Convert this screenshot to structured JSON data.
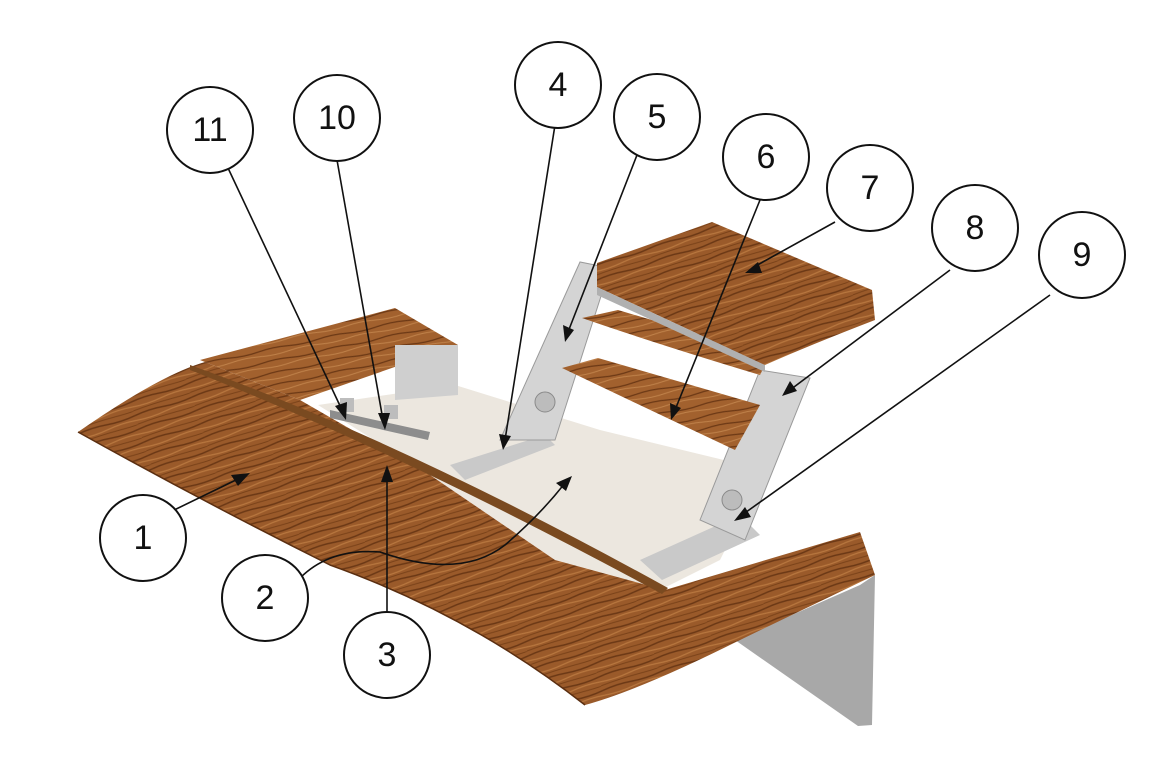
{
  "diagram": {
    "type": "exploded-assembly-balloon-callouts",
    "colors": {
      "wood": "#9a5a2a",
      "wood_dark": "#6b3815",
      "wood_light": "#b8773f",
      "metal": "#d4d4d4",
      "metal_dark": "#9a9a9a",
      "floor": "#ece7df",
      "hull_side": "#a8a8a8",
      "outline": "#111111"
    },
    "balloons": [
      {
        "id": "1",
        "label": "1"
      },
      {
        "id": "2",
        "label": "2"
      },
      {
        "id": "3",
        "label": "3"
      },
      {
        "id": "4",
        "label": "4"
      },
      {
        "id": "5",
        "label": "5"
      },
      {
        "id": "6",
        "label": "6"
      },
      {
        "id": "7",
        "label": "7"
      },
      {
        "id": "8",
        "label": "8"
      },
      {
        "id": "9",
        "label": "9"
      },
      {
        "id": "10",
        "label": "10"
      },
      {
        "id": "11",
        "label": "11"
      }
    ]
  }
}
